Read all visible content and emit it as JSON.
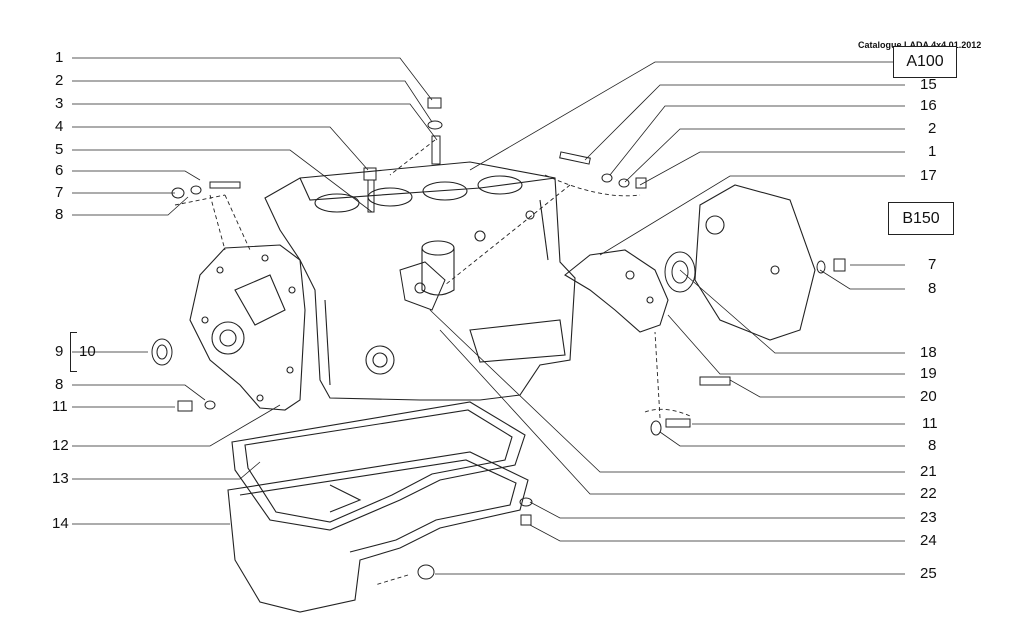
{
  "header": {
    "catalogue": "Catalogue LADA 4x4  01.2012"
  },
  "refs": {
    "a100": "A100",
    "b150": "B150"
  },
  "left_callouts": [
    "1",
    "2",
    "3",
    "4",
    "5",
    "6",
    "7",
    "8",
    "9",
    "10",
    "8",
    "11",
    "12",
    "13",
    "14"
  ],
  "right_callouts": [
    "15",
    "16",
    "2",
    "1",
    "17",
    "7",
    "8",
    "18",
    "19",
    "20",
    "11",
    "8",
    "21",
    "22",
    "23",
    "24",
    "25"
  ]
}
